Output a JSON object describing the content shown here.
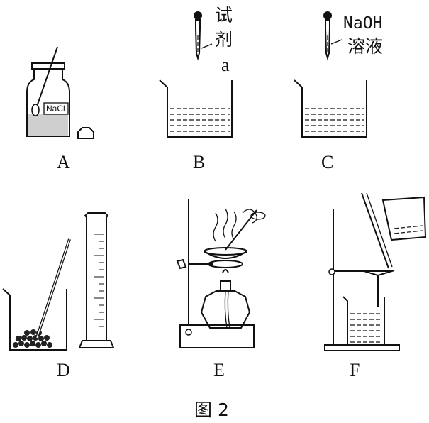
{
  "figure": {
    "caption": "图 2",
    "panels": {
      "A": {
        "letter": "A",
        "bottle_label": "NaCl"
      },
      "B": {
        "letter": "B",
        "reagent_line1": "试",
        "reagent_line2": "剂",
        "reagent_line3": "a"
      },
      "C": {
        "letter": "C",
        "reagent_line1": "NaOH",
        "reagent_line2": "溶液"
      },
      "D": {
        "letter": "D"
      },
      "E": {
        "letter": "E"
      },
      "F": {
        "letter": "F"
      }
    }
  }
}
